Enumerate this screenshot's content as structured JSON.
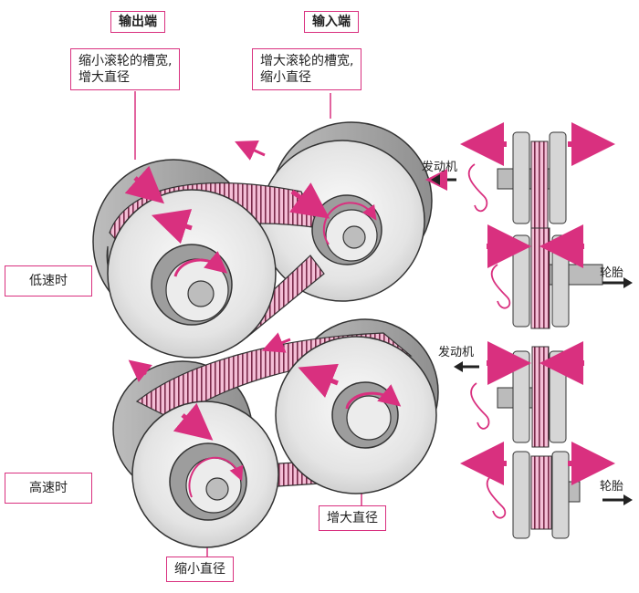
{
  "labels": {
    "output_end": "输出端",
    "input_end": "输入端",
    "output_note_line1": "缩小滚轮的槽宽,",
    "output_note_line2": "增大直径",
    "input_note_line1": "增大滚轮的槽宽,",
    "input_note_line2": "缩小直径",
    "low_speed": "低速时",
    "high_speed": "高速时",
    "increase_diameter": "增大直径",
    "decrease_diameter": "缩小直径",
    "engine_top": "发动机",
    "tire_top": "轮胎",
    "engine_bottom": "发动机",
    "tire_bottom": "轮胎"
  },
  "colors": {
    "accent": "#d9307f",
    "belt": "#f2b8d0",
    "pulley_face": "#e6e6e6",
    "pulley_shadow": "#a9a9a9",
    "outline": "#333333"
  },
  "icons": [
    "arrow-icon",
    "rotation-arrow-icon"
  ]
}
